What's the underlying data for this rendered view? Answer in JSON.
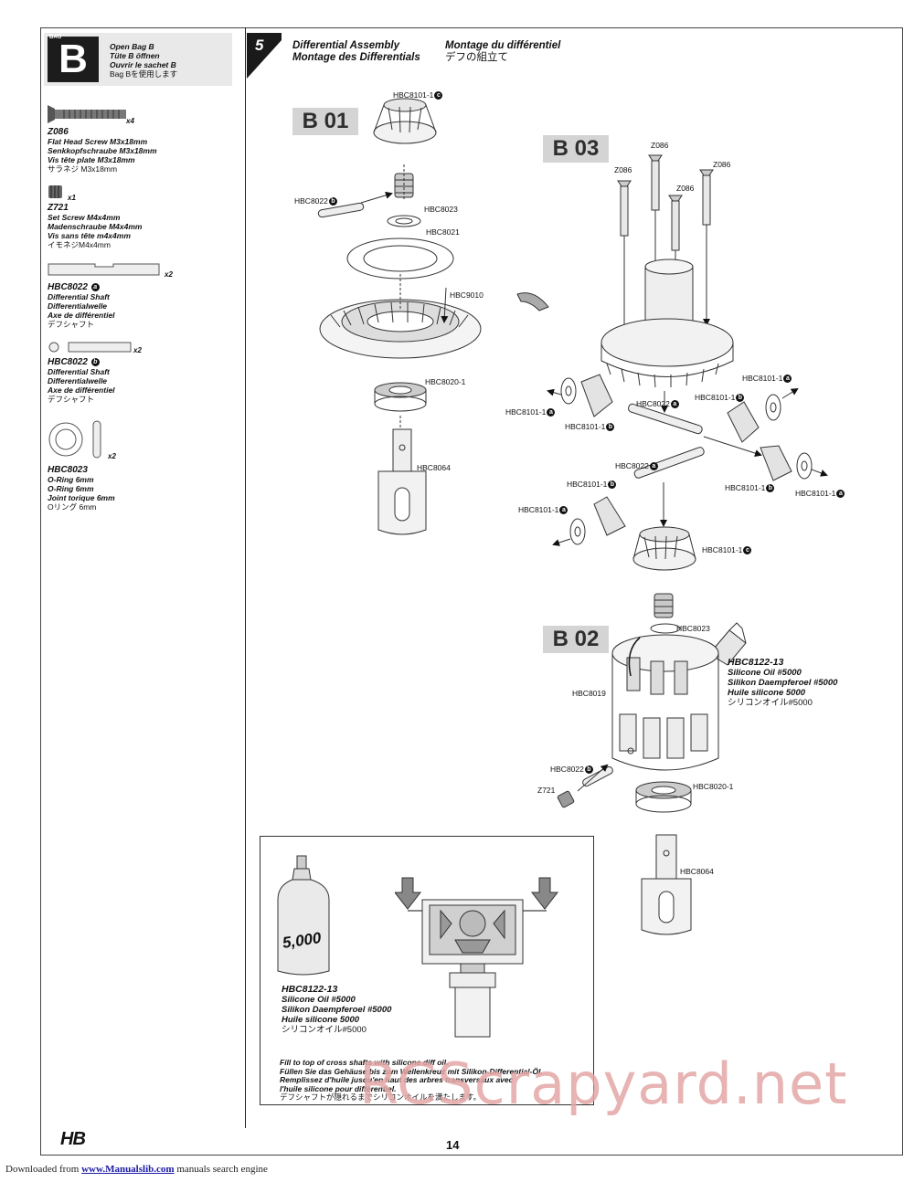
{
  "bag": {
    "tiny": "BAG",
    "letter": "B",
    "lines": [
      "Open Bag B",
      "Tüte B öffnen",
      "Ouvrir le sachet B",
      "Bag Bを使用します"
    ]
  },
  "parts": [
    {
      "code": "Z086",
      "qty": "x4",
      "lines": [
        "Flat Head Screw M3x18mm",
        "Senkkopfschraube M3x18mm",
        "Vis tête plate M3x18mm",
        "サラネジ M3x18mm"
      ]
    },
    {
      "code": "Z721",
      "qty": "x1",
      "lines": [
        "Set Screw M4x4mm",
        "Madenschraube M4x4mm",
        "Vis sans tête m4x4mm",
        "イモネジM4x4mm"
      ]
    },
    {
      "code": "HBC8022",
      "badge": "a",
      "qty": "x2",
      "lines": [
        "Differential Shaft",
        "Differentialwelle",
        "Axe de différentiel",
        "デフシャフト"
      ]
    },
    {
      "code": "HBC8022",
      "badge": "b",
      "qty": "x2",
      "lines": [
        "Differential Shaft",
        "Differentialwelle",
        "Axe de différentiel",
        "デフシャフト"
      ]
    },
    {
      "code": "HBC8023",
      "qty": "x2",
      "lines": [
        "O-Ring 6mm",
        "O-Ring 6mm",
        "Joint torique 6mm",
        "Oリング 6mm"
      ]
    }
  ],
  "step": {
    "number": "5",
    "title_en": "Differential Assembly",
    "title_de": "Montage des Differentials",
    "title_fr": "Montage du différentiel",
    "title_jp": "デフの組立て"
  },
  "badges": {
    "b01": "B 01",
    "b02": "B 02",
    "b03": "B 03"
  },
  "labels": {
    "hbc8101_1": "HBC8101-1",
    "hbc8022": "HBC8022",
    "hbc8023": "HBC8023",
    "hbc8021": "HBC8021",
    "hbc9010": "HBC9010",
    "hbc8020_1": "HBC8020-1",
    "hbc8064": "HBC8064",
    "hbc8019": "HBC8019",
    "z086": "Z086",
    "z721": "Z721",
    "a": "a",
    "b": "b",
    "c": "c"
  },
  "oil": {
    "code": "HBC8122-13",
    "lines": [
      "Silicone Oil #5000",
      "Silikon Daempferoel #5000",
      "Huile silicone 5000"
    ],
    "jp": "シリコンオイル#5000",
    "bottle_label": "5,000"
  },
  "instructions": [
    "Fill to top of cross shafts with silicone diff oil.",
    "Füllen Sie das Gehäuse bis zum Wellenkreuz mit Silikon-Differential-Öl.",
    "Remplissez d'huile jusqu'en haut des arbres transversaux avec",
    "l'huile silicone pour différentiel.",
    "デフシャフトが隠れるまでシリコンオイルを満たします。"
  ],
  "page_number": "14",
  "brand": "HB",
  "footer": {
    "prefix": "Downloaded from",
    "link": "www.Manualslib.com",
    "suffix": "manuals search engine"
  },
  "watermark": "RCScrapyard.net",
  "colors": {
    "badge_bg": "#d4d4d4",
    "watermark": "#e3a6a6",
    "link": "#1a1aa8"
  }
}
